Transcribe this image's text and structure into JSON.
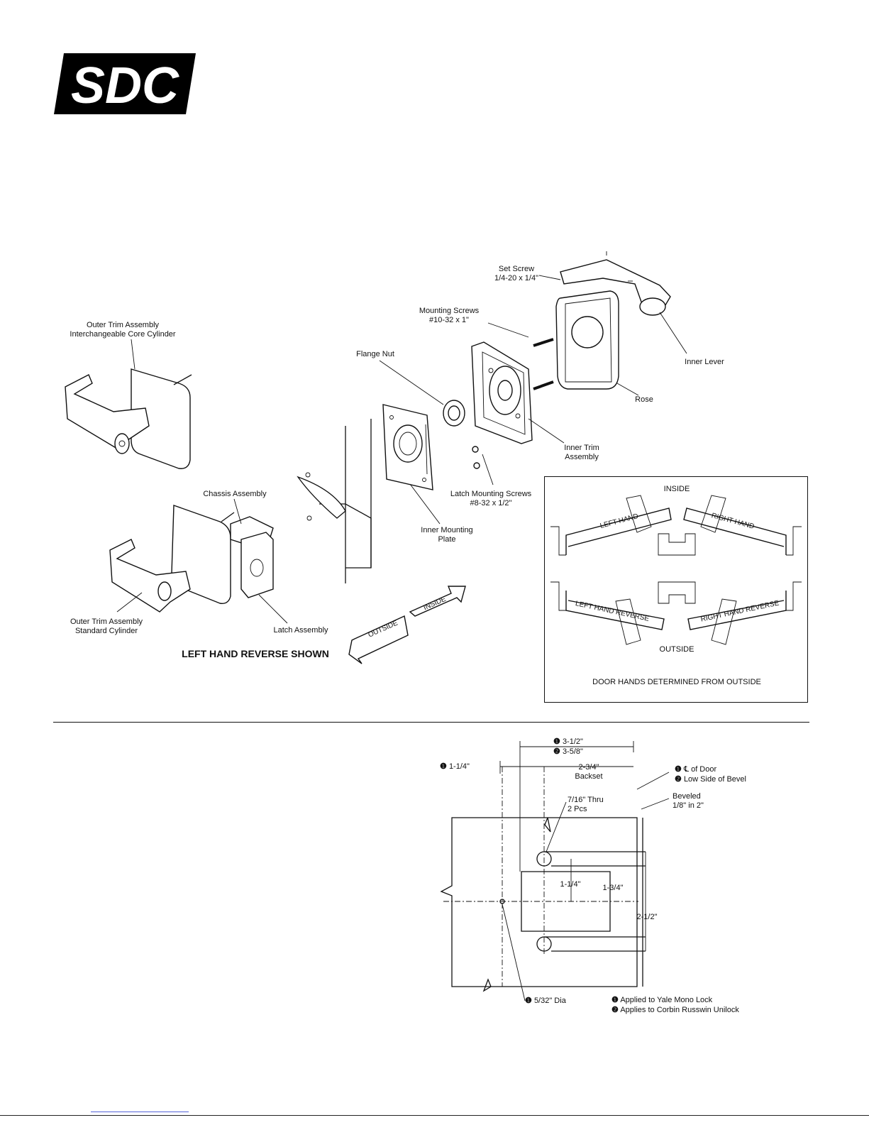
{
  "logo": {
    "text": "SDC"
  },
  "exploded": {
    "set_screw": [
      "Set Screw",
      "1/4-20 x 1/4\""
    ],
    "mounting_screws": [
      "Mounting Screws",
      "#10-32 x 1\""
    ],
    "outer_trim_ic": [
      "Outer Trim Assembly",
      "Interchangeable Core Cylinder"
    ],
    "flange_nut": "Flange Nut",
    "inner_lever": "Inner Lever",
    "rose": "Rose",
    "inner_trim": [
      "Inner Trim",
      "Assembly"
    ],
    "latch_mounting_screws": [
      "Latch Mounting Screws",
      "#8-32 x 1/2\""
    ],
    "chassis_assembly": "Chassis Assembly",
    "inner_mounting_plate": [
      "Inner Mounting",
      "Plate"
    ],
    "outer_trim_std": [
      "Outer Trim Assembly",
      "Standard Cylinder"
    ],
    "latch_assembly": "Latch Assembly",
    "arrow_outside": "OUTSIDE",
    "arrow_inside": "INSIDE",
    "caption": "LEFT HAND REVERSE SHOWN"
  },
  "hands": {
    "inside": "INSIDE",
    "left_hand": "LEFT HAND",
    "right_hand": "RIGHT HAND",
    "left_hand_reverse": "LEFT HAND REVERSE",
    "right_hand_reverse": "RIGHT HAND REVERSE",
    "outside": "OUTSIDE",
    "note": "DOOR HANDS DETERMINED FROM OUTSIDE"
  },
  "prep": {
    "dim_1": "3-1/2\"",
    "dim_2": "3-5/8\"",
    "dim_125": "1-1/4\"",
    "backset_val": "2-3/4\"",
    "backset": "Backset",
    "cl_door": "of Door",
    "cl_symbol": "℄",
    "low_side": "Low Side of Bevel",
    "beveled": [
      "Beveled",
      "1/8\" in 2\""
    ],
    "thru": [
      "7/16\" Thru",
      "2 Pcs"
    ],
    "v_125": "1-1/4\"",
    "v_175": "1-3/4\"",
    "v_25": "2-1/2\"",
    "dia": "5/32\" Dia",
    "note_1": "Applied to Yale Mono Lock",
    "note_2": "Applies to Corbin Russwin Unilock",
    "marker_1": "❶",
    "marker_2": "❷"
  }
}
